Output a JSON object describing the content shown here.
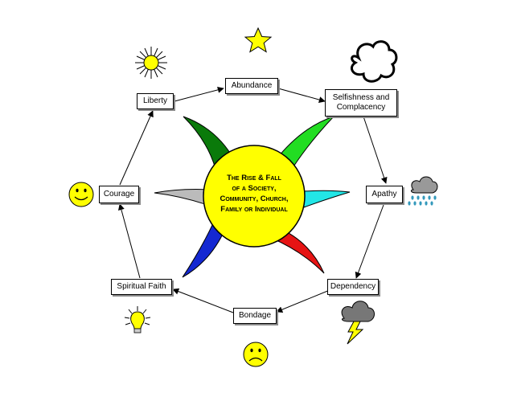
{
  "center": {
    "line1": "The Rise & Fall",
    "line2": "of a Society,",
    "line3": "Community, Church,",
    "line4": "Family or Individual"
  },
  "stages": {
    "abundance": "Abundance",
    "selfishness": "Selfishness and Complacency",
    "apathy": "Apathy",
    "dependency": "Dependency",
    "bondage": "Bondage",
    "spiritual_faith": "Spiritual Faith",
    "courage": "Courage",
    "liberty": "Liberty"
  },
  "icons": {
    "abundance": "star-icon",
    "selfishness": "cloud-icon",
    "apathy": "rain-cloud-icon",
    "dependency": "storm-cloud-icon",
    "bondage": "sad-face-icon",
    "spiritual_faith": "light-bulb-icon",
    "courage": "smiley-face-icon",
    "liberty": "sun-icon"
  },
  "colors": {
    "sun": "#ffff00",
    "ray_dark_green": "#0a7a0a",
    "ray_green": "#22dd22",
    "ray_cyan": "#22e6e6",
    "ray_red": "#e61414",
    "ray_blue": "#1428d2",
    "ray_gray": "#bbbbbb",
    "rain": "#3399bb"
  }
}
